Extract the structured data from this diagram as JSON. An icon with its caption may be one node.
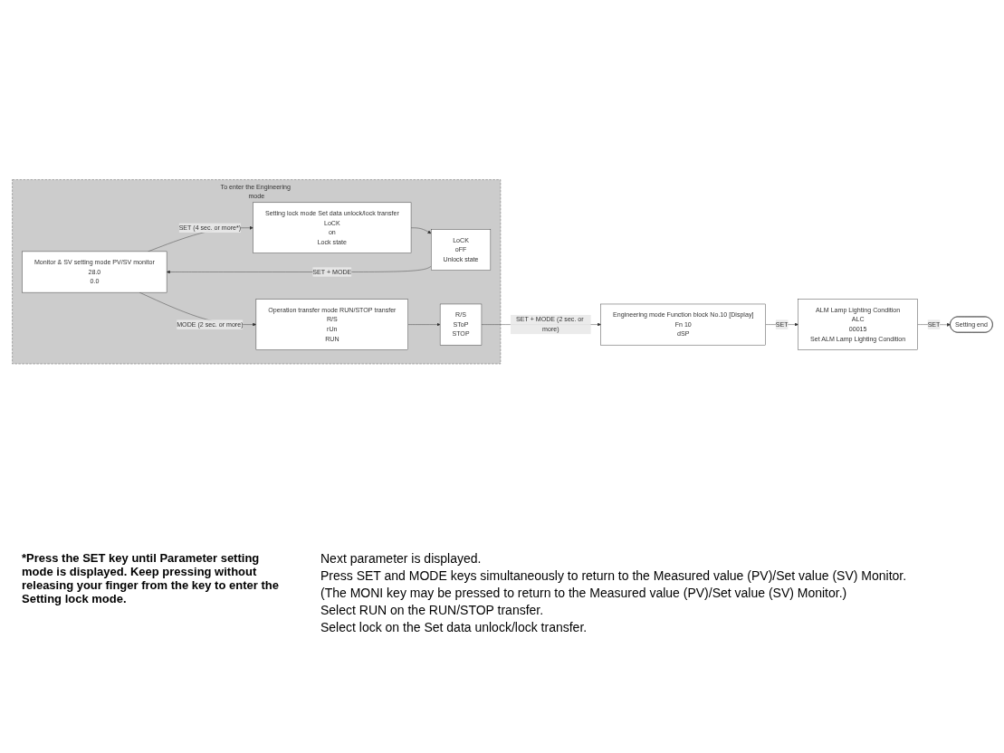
{
  "diagram": {
    "nodes": [
      {
        "text": [
          "To enter the Engineering mode"
        ]
      },
      {
        "text": [
          "Monitor & SV setting mode PV/SV monitor",
          "28.0",
          "0.0"
        ],
        "in": 0
      },
      {
        "text": [
          "Setting lock mode Set data unlock/lock transfer",
          "LoCK",
          "on",
          "Lock state"
        ],
        "in": 0
      },
      {
        "text": [
          "LoCK",
          "oFF",
          "Unlock state"
        ],
        "in": 0
      },
      {
        "text": [
          "Operation transfer mode RUN/STOP transfer",
          "R/S",
          "rUn",
          "RUN"
        ],
        "in": 0
      },
      {
        "text": [
          "R/S",
          "SToP",
          "STOP"
        ],
        "in": 0
      },
      {
        "text": [
          "Engineering mode Function block No.10 [Display]",
          "Fn 10",
          "dSP"
        ]
      },
      {
        "text": [
          "ALM Lamp Lighting Condition",
          "ALC",
          "00015",
          "Set ALM Lamp Lighting Condition"
        ]
      },
      {
        "text": [
          "Setting end"
        ]
      }
    ],
    "edges": [
      {
        "from": 1,
        "to": 2,
        "arrow": "to",
        "label": "SET (4 sec. or more*)"
      },
      {
        "from": 2,
        "to": 3,
        "arrow": "to"
      },
      {
        "from": 3,
        "to": 1,
        "arrow": "to",
        "label": "SET + MODE"
      },
      {
        "from": 1,
        "to": 4,
        "arrow": "to",
        "label": "MODE (2 sec. or more)"
      },
      {
        "from": 4,
        "to": 5,
        "arrow": "to"
      },
      {
        "from": 5,
        "to": 6,
        "arrow": "to",
        "label": "SET + MODE (2 sec. or more)"
      },
      {
        "from": 6,
        "to": 7,
        "arrow": "to",
        "label": "SET"
      },
      {
        "from": 7,
        "to": 8,
        "arrow": "to",
        "label": "SET"
      }
    ],
    "labels": [
      "*Press the SET key until Parameter setting mode is displayed. Keep pressing without releasing your finger from the key to enter the Setting lock mode.",
      "Next parameter is displayed.",
      "Press SET and MODE keys simultaneously to return to the Measured value (PV)/Set value (SV) Monitor.",
      "(The MONI key may be pressed to return to the Measured value (PV)/Set value (SV) Monitor.)",
      "Select RUN on the RUN/STOP transfer.",
      "Select lock on the Set data unlock/lock transfer."
    ]
  }
}
